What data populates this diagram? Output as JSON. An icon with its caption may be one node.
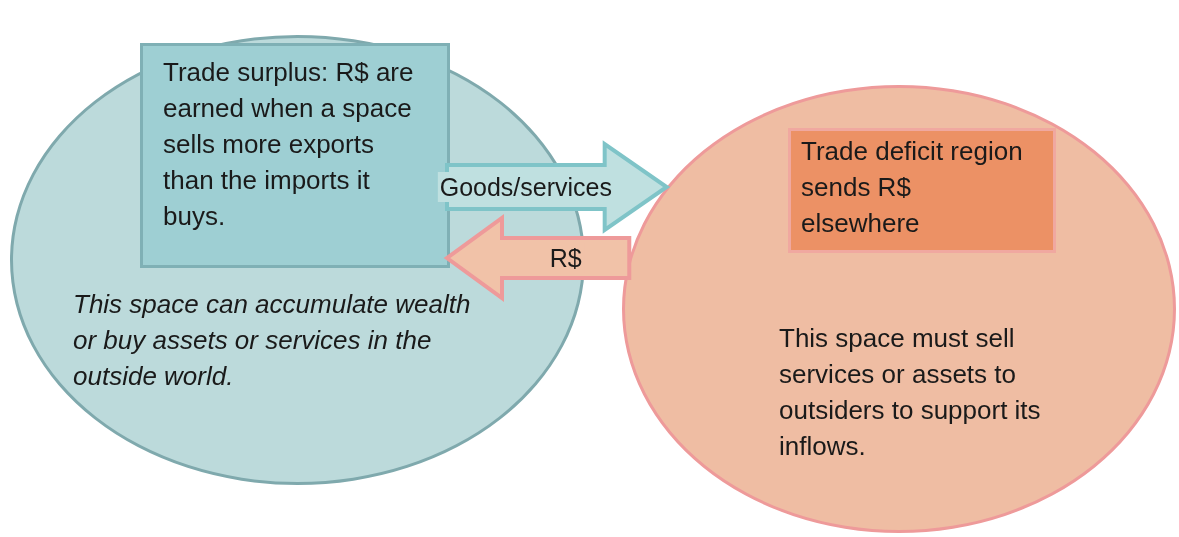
{
  "diagram": {
    "nodes": [
      {
        "text": [
          "This space can accumulate wealth or buy assets or services in the outside world."
        ]
      },
      {
        "text": [
          "Trade surplus: R$ are earned when a space sells more exports than the imports it buys."
        ],
        "in": 0
      },
      {
        "text": [
          "This space must sell services or assets to outsiders to support its inflows."
        ]
      },
      {
        "text": [
          "Trade deficit region sends R$ elsewhere"
        ],
        "in": 2
      }
    ],
    "edges": [
      {
        "from": 1,
        "to": 2,
        "arrow": "to",
        "label": "Goods/services",
        "color": "#bfe0e0"
      },
      {
        "from": 2,
        "to": 1,
        "arrow": "to",
        "label": "R$",
        "color": "#f1c2a8"
      }
    ]
  }
}
